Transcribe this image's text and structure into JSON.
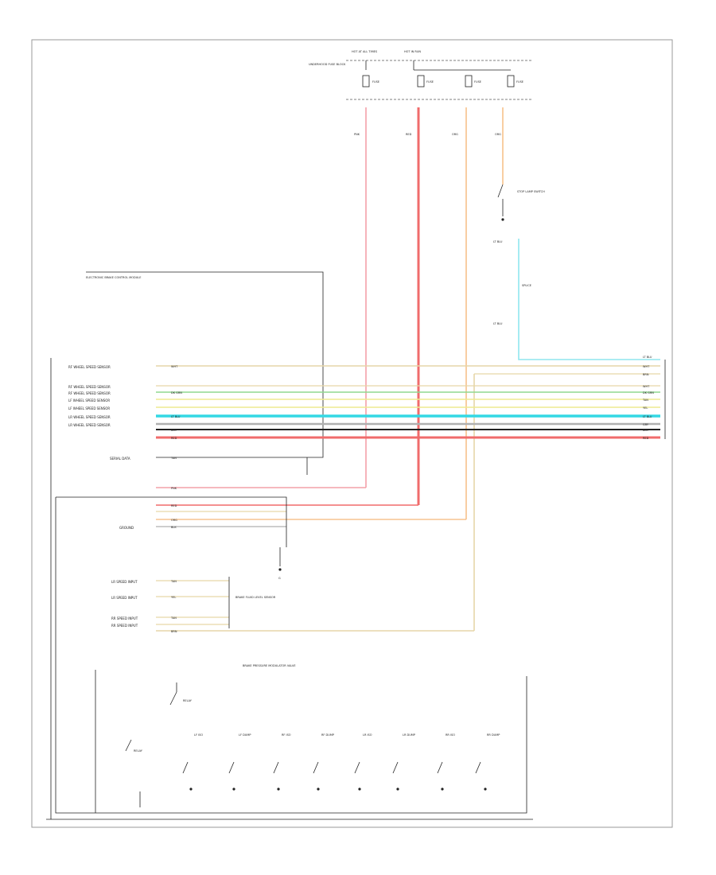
{
  "diagram": {
    "footer_code": "",
    "top_labels": {
      "hot_at_all_times_left": "HOT AT ALL TIMES",
      "hot_in_run": "HOT IN RUN",
      "fuse_block_text": "UNDERHOOD FUSE BLOCK",
      "fuse_1": "FUSE",
      "fuse_2": "FUSE",
      "fuse_3": "FUSE",
      "fuse_4": "FUSE"
    },
    "components": {
      "stop_lamp_switch": "STOP LAMP SWITCH",
      "splice": "SPLICE",
      "module": "ELECTRONIC BRAKE CONTROL MODULE",
      "ground_label": "G",
      "brake_fluid_sensor": "BRAKE FLUID LEVEL SENSOR",
      "pressure_modulator": "BRAKE PRESSURE MODULATOR VALVE"
    },
    "module_pin_labels": [
      "RF WHEEL SPEED SENSOR",
      "RF WHEEL SPEED SENSOR",
      "RF WHEEL SPEED SENSOR",
      "LF WHEEL SPEED SENSOR",
      "LF WHEEL SPEED SENSOR",
      "LR WHEEL SPEED SENSOR",
      "LR WHEEL SPEED SENSOR",
      "SERIAL DATA",
      "GROUND",
      "LR SPEED INPUT",
      "LR SPEED INPUT",
      "RR SPEED INPUT",
      "RR SPEED INPUT"
    ],
    "wire_colors": [
      "PNK",
      "RED",
      "ORG",
      "LT BLU",
      "WHT",
      "YEL",
      "BLK",
      "DK GRN",
      "TAN",
      "GRY",
      "BRN"
    ],
    "switch_labels": [
      "RELAY",
      "LF ISO",
      "LF DUMP",
      "RF ISO",
      "RF DUMP",
      "LR ISO",
      "LR DUMP",
      "RR ISO",
      "RR DUMP"
    ],
    "colors": {
      "pink": "#f4a0a8",
      "red": "#f06b6b",
      "orange": "#f5b87a",
      "light_blue": "#8fe6ee",
      "cyan": "#34d8e4",
      "yellow": "#eeea90",
      "green": "#8fd88f",
      "tan": "#e6d6a8",
      "gray": "#b0b0b0",
      "black": "#222222"
    }
  }
}
